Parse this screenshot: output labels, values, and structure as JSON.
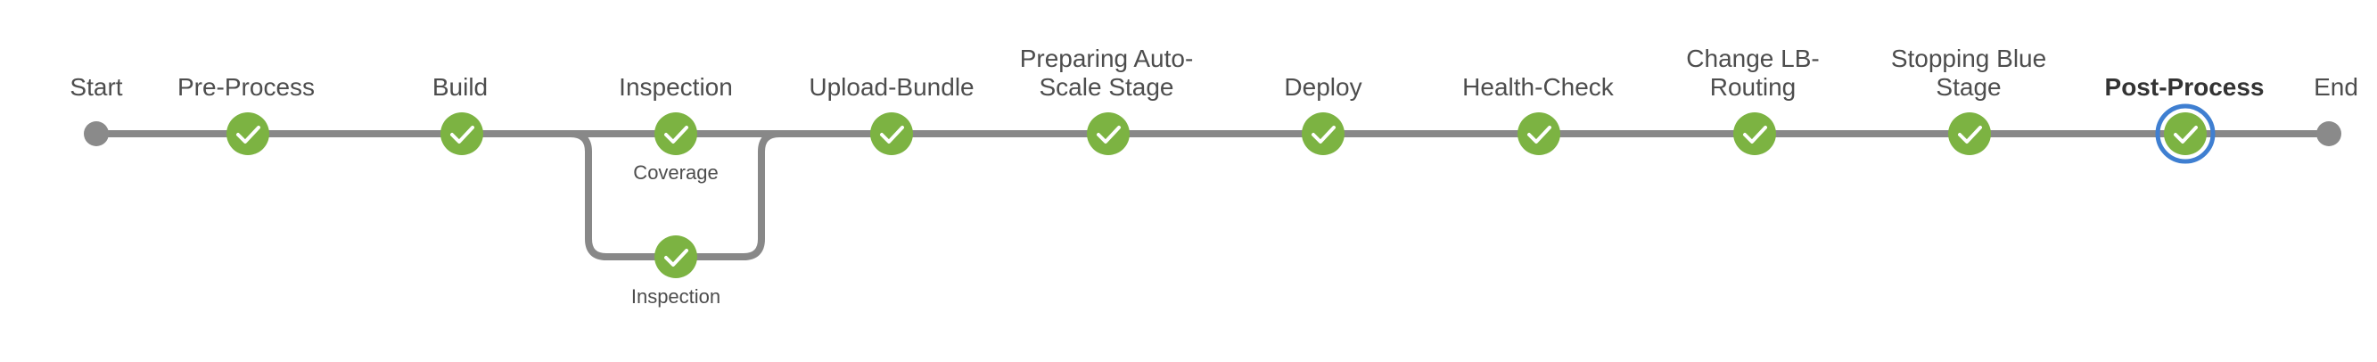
{
  "pipeline": {
    "start_label": "Start",
    "end_label": "End",
    "stages": [
      {
        "id": "pre-process",
        "label": "Pre-Process",
        "status": "success"
      },
      {
        "id": "build",
        "label": "Build",
        "status": "success"
      },
      {
        "id": "inspection",
        "label": "Inspection",
        "status": "success",
        "branches": [
          {
            "id": "coverage",
            "label": "Coverage",
            "status": "success"
          },
          {
            "id": "inspection-branch",
            "label": "Inspection",
            "status": "success"
          }
        ]
      },
      {
        "id": "upload-bundle",
        "label": "Upload-Bundle",
        "status": "success"
      },
      {
        "id": "preparing-autoscale",
        "label": "Preparing Auto-\nScale Stage",
        "status": "success"
      },
      {
        "id": "deploy",
        "label": "Deploy",
        "status": "success"
      },
      {
        "id": "health-check",
        "label": "Health-Check",
        "status": "success"
      },
      {
        "id": "change-lb-routing",
        "label": "Change LB-\nRouting",
        "status": "success"
      },
      {
        "id": "stopping-blue",
        "label": "Stopping Blue\nStage",
        "status": "success"
      },
      {
        "id": "post-process",
        "label": "Post-Process",
        "status": "success",
        "selected": true
      }
    ]
  },
  "colors": {
    "line": "#888888",
    "terminal": "#8a8a8a",
    "success": "#7cb342",
    "selected_ring": "#3f7fd1",
    "check": "#ffffff"
  },
  "icons": {
    "success": "check-icon"
  }
}
